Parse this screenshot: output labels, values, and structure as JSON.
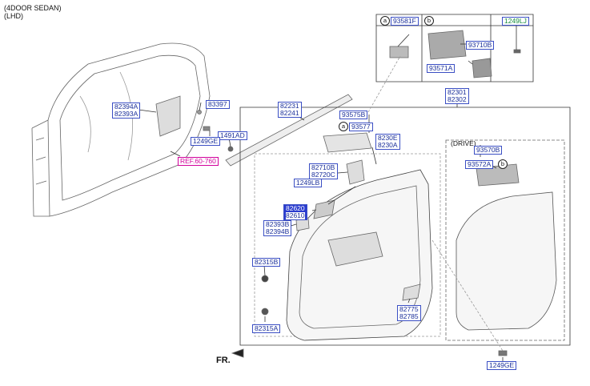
{
  "header": {
    "line1": "(4DOOR SEDAN)",
    "line2": "(LHD)"
  },
  "inset": {
    "cell_a_letter": "a",
    "cell_a_part": "93581F",
    "cell_b_letter": "b",
    "cell_b_parts": [
      "93710B",
      "93571A"
    ],
    "cell_c_part": "1249LJ"
  },
  "labels": {
    "p82394": [
      "82394A",
      "82393A"
    ],
    "p83397": "83397",
    "p1491": "1491AD",
    "p1249ge_top": "1249GE",
    "ref": "REF.60-760",
    "p82231": [
      "82231",
      "82241"
    ],
    "p93575": "93575B",
    "p93577_letter": "a",
    "p93577": "93577",
    "p82301": [
      "82301",
      "82302"
    ],
    "p8230e": [
      "8230E",
      "8230A"
    ],
    "p82710": [
      "82710B",
      "82720C"
    ],
    "p1249lb": "1249LB",
    "p82620": [
      "82620",
      "82610"
    ],
    "p82393b": [
      "82393B",
      "82394B"
    ],
    "p82315b": "82315B",
    "p82315a": "82315A",
    "p82775": [
      "82775",
      "82785"
    ],
    "p1249ge_bottom": "1249GE",
    "drive": "(DRIVE)",
    "p93570": "93570B",
    "p93572": "93572A",
    "p93572_letter": "b",
    "fr": "FR."
  }
}
